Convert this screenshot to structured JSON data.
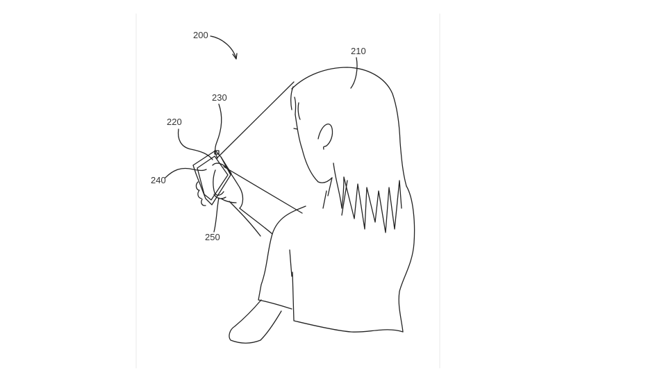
{
  "figure": {
    "labels": {
      "system": "200",
      "user": "210",
      "device": "220",
      "camera": "230",
      "screen": "240",
      "finger": "250"
    },
    "line_color": "#222222",
    "background": "#ffffff"
  }
}
